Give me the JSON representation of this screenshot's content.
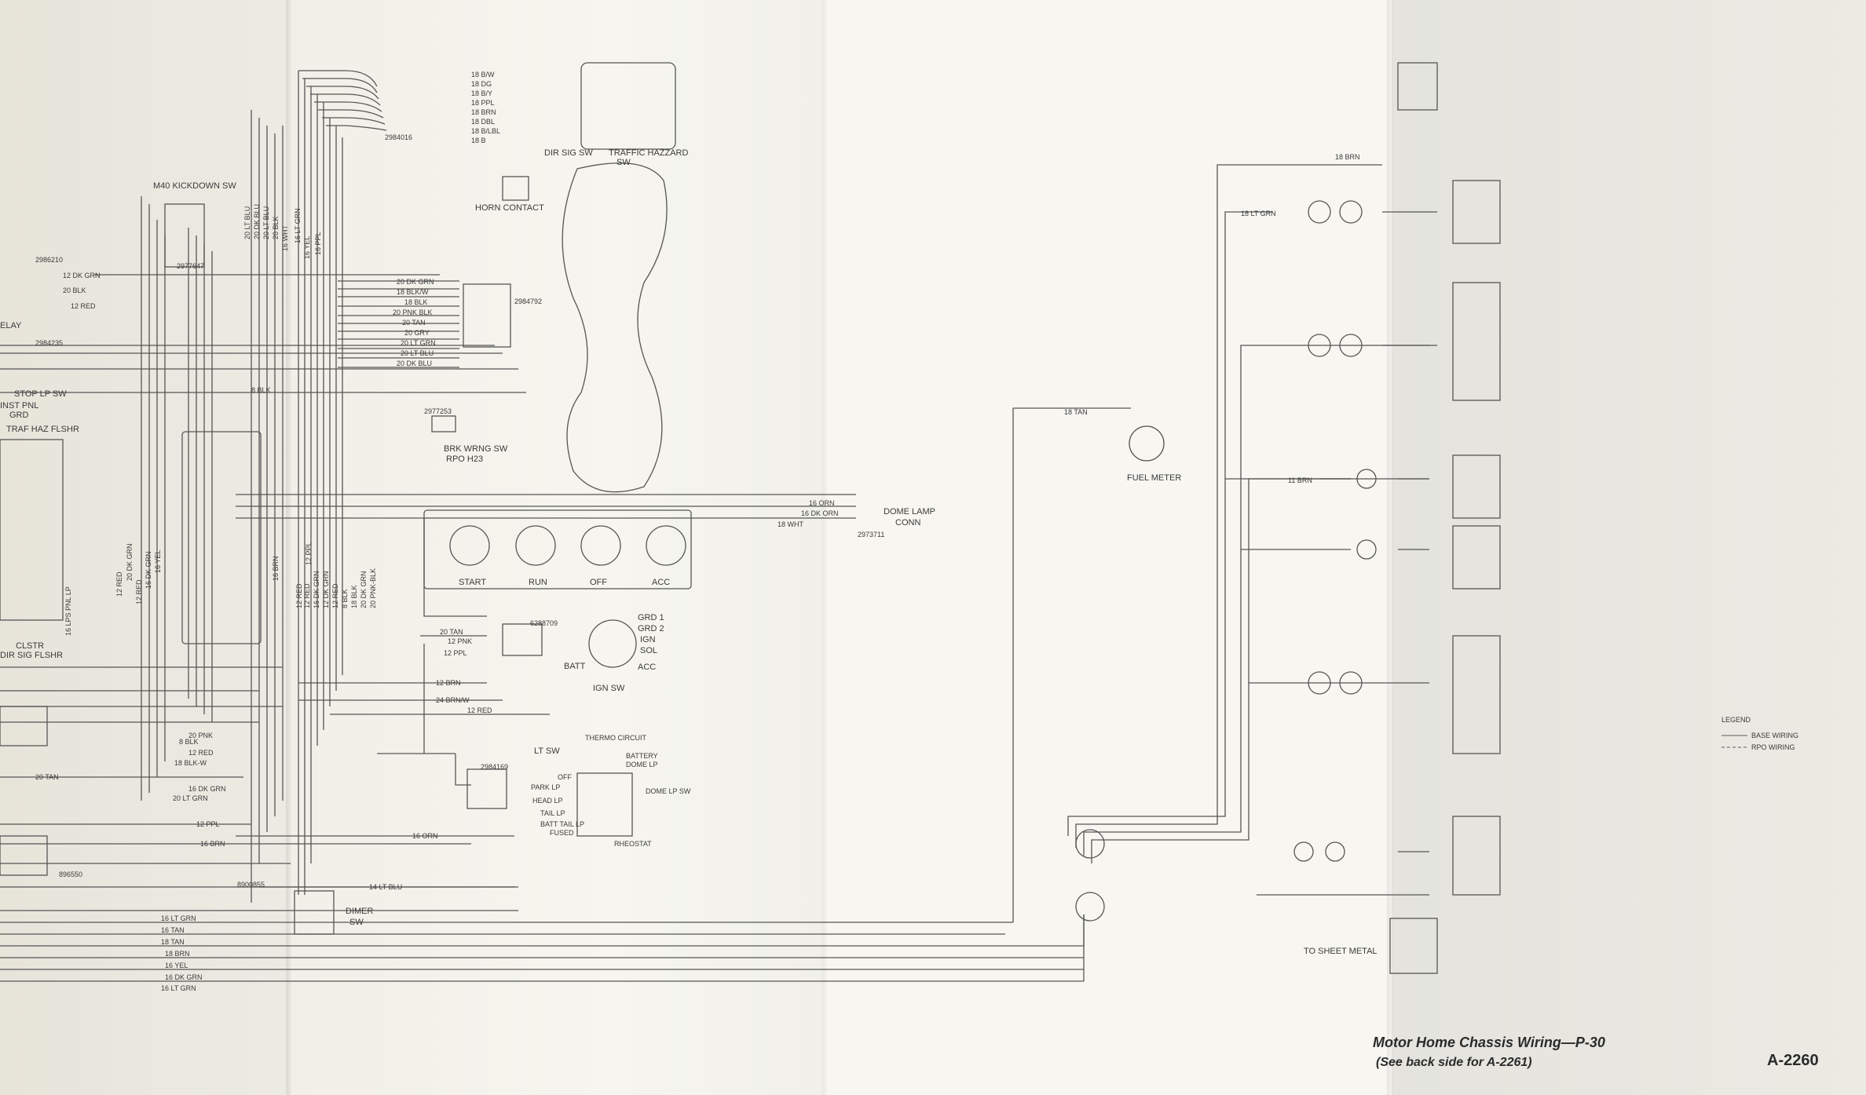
{
  "labels": {
    "m40": "M40 KICKDOWN SW",
    "horn": "HORN CONTACT",
    "dirsig": "DIR SIG SW",
    "traffic": "TRAFFIC HAZZARD",
    "traffic_sw": "SW",
    "relay": "ELAY",
    "stoplp": "STOP LP SW",
    "instpnl": "INST PNL",
    "grd": "GRD",
    "traf_haz": "TRAF HAZ FLSHR",
    "clstr": "CLSTR",
    "dirsigflshr": "DIR SIG FLSHR",
    "brk1": "BRK WRNG SW",
    "brk2": "RPO H23",
    "dome1": "DOME LAMP",
    "dome2": "CONN",
    "start": "START",
    "run": "RUN",
    "off": "OFF",
    "acc": "ACC",
    "ignsw": "IGN SW",
    "batt": "BATT",
    "grd1": "GRD 1",
    "grd2": "GRD 2",
    "ign": "IGN",
    "sol": "SOL",
    "accw": "ACC",
    "ltsw": "LT SW",
    "thermo": "THERMO CIRCUIT",
    "battery": "BATTERY",
    "domelp": "DOME LP",
    "offpk": "OFF",
    "parklp": "PARK LP",
    "headlp": "HEAD LP",
    "taillp": "TAIL LP",
    "batttail": "BATT TAIL LP",
    "fused": "FUSED",
    "domesw": "DOME LP SW",
    "rheostat": "RHEOSTAT",
    "dimer1": "DIMER",
    "dimer2": "SW",
    "fuel": "FUEL METER",
    "tosheet": "TO SHEET METAL",
    "legend": "LEGEND",
    "base": "BASE WIRING",
    "rpo": "RPO WIRING"
  },
  "wires": {
    "dkgrn12": "12 DK GRN",
    "blk20": "20 BLK",
    "red12": "12 RED",
    "blk8": "8 BLK",
    "orn16": "16 ORN",
    "dkorn16": "16 DK ORN",
    "wht18": "18 WHT",
    "tan18": "18 TAN",
    "brn18": "18 BRN",
    "ltgrn18": "18 LT GRN",
    "brn11": "11 BRN",
    "dkgrn20": "20 DK GRN",
    "blkw18": "18 BLK/W",
    "blk18": "18 BLK",
    "pnkblk20": "20 PNK BLK",
    "tan20": "20 TAN",
    "gry20": "20 GRY",
    "ltgrn20": "20 LT GRN",
    "ltblu20": "20 LT BLU",
    "dkblu20": "20 DK BLU",
    "tan20b": "20 TAN",
    "pnk12": "12 PNK",
    "ppl12": "12 PPL",
    "brn12": "12 BRN",
    "brnw24": "24 BRN/W",
    "red12b": "12 RED",
    "pnk20": "20 PNK",
    "red12c": "12 RED",
    "blkw18b": "18 BLK-W",
    "blk8b": "8 BLK",
    "tan20c": "20 TAN",
    "dkgrn16": "16 DK GRN",
    "ltgrn20b": "20 LT GRN",
    "ppl12b": "12 PPL",
    "brn16": "16 BRN",
    "orn16b": "16 ORN",
    "ltblu14": "14 LT BLU",
    "ltgrn16": "16 LT GRN",
    "tan16": "16 TAN",
    "tan18b": "18 TAN",
    "brn18b": "18 BRN",
    "yel16": "16 YEL",
    "dkgrn16b": "16 DK GRN",
    "ltgrn16b": "16 LT GRN",
    "col": [
      "18 B/W",
      "18 DG",
      "18 B/Y",
      "18 PPL",
      "18 BRN",
      "18 DBL",
      "18 B/LBL",
      "18 B"
    ],
    "vert": [
      "20 LT BLU",
      "20 DK BLU",
      "20 LT BLU",
      "20 BLK",
      "16 WHT",
      "16 YEL",
      "16 LT GRN",
      "16 PPL"
    ],
    "lower": [
      "12 RED",
      "16 DK GRN",
      "12 DK GRN",
      "12 RED",
      "16 BRN",
      "12 RED",
      "12 PPL",
      "8 BLK",
      "18 BLK",
      "20 DK GRN",
      "20 PNK-BLK"
    ],
    "left": [
      "12 RED",
      "16 LPS PNL LP",
      "20 DK GRN",
      "12 RED",
      "16 DK GRN",
      "16 YEL"
    ]
  },
  "parts": {
    "p2984016": "2984016",
    "p2977647": "2977647",
    "p2984792": "2984792",
    "p2977253": "2977253",
    "p6288709": "6288709",
    "p2984169": "2984169",
    "p2973711": "2973711",
    "p2984235": "2984235",
    "p2986210": "2986210",
    "p8900855": "8900855",
    "p896550": "896550"
  },
  "captions": {
    "title": "Motor Home Chassis Wiring—P-30",
    "sub": "(See back side for A-2261)",
    "code": "A-2260"
  }
}
